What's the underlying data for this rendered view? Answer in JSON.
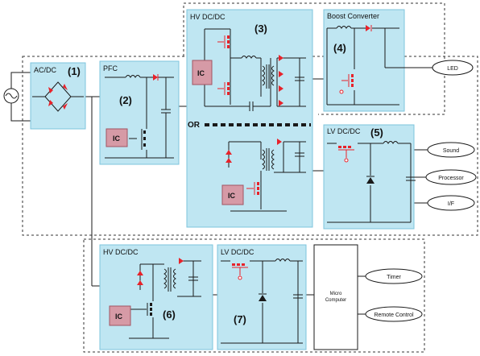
{
  "colors": {
    "block_fill": "#bfe6f2",
    "block_stroke": "#7ec4dc",
    "ic_fill": "#d69aa6",
    "ic_stroke": "#a25463",
    "component_red": "#e8222a",
    "wire": "#1a1a1a"
  },
  "blocks": {
    "acdc": {
      "label": "AC/DC",
      "num": "(1)"
    },
    "pfc": {
      "label": "PFC",
      "num": "(2)"
    },
    "hvdcdc": {
      "label": "HV DC/DC",
      "num": "(3)"
    },
    "boost": {
      "label": "Boost Converter",
      "num": "(4)"
    },
    "lvdcdc": {
      "label": "LV DC/DC",
      "num": "(5)"
    },
    "hvdcdc2": {
      "label": "HV DC/DC",
      "num": "(6)"
    },
    "lvdcdc2": {
      "label": "LV DC/DC",
      "num": "(7)"
    }
  },
  "ic_label": "IC",
  "or_label": "OR",
  "micro_computer": {
    "line1": "Micro",
    "line2": "Computer"
  },
  "outputs": {
    "led": "LED",
    "sound": "Sound",
    "processor": "Processor",
    "if": "I/F",
    "timer": "Timer",
    "remote": "Remote Control"
  },
  "icons": [
    "ac-source-icon",
    "diode-bridge-icon",
    "mosfet-icon",
    "inductor-icon",
    "transformer-icon",
    "capacitor-icon",
    "diode-icon"
  ]
}
